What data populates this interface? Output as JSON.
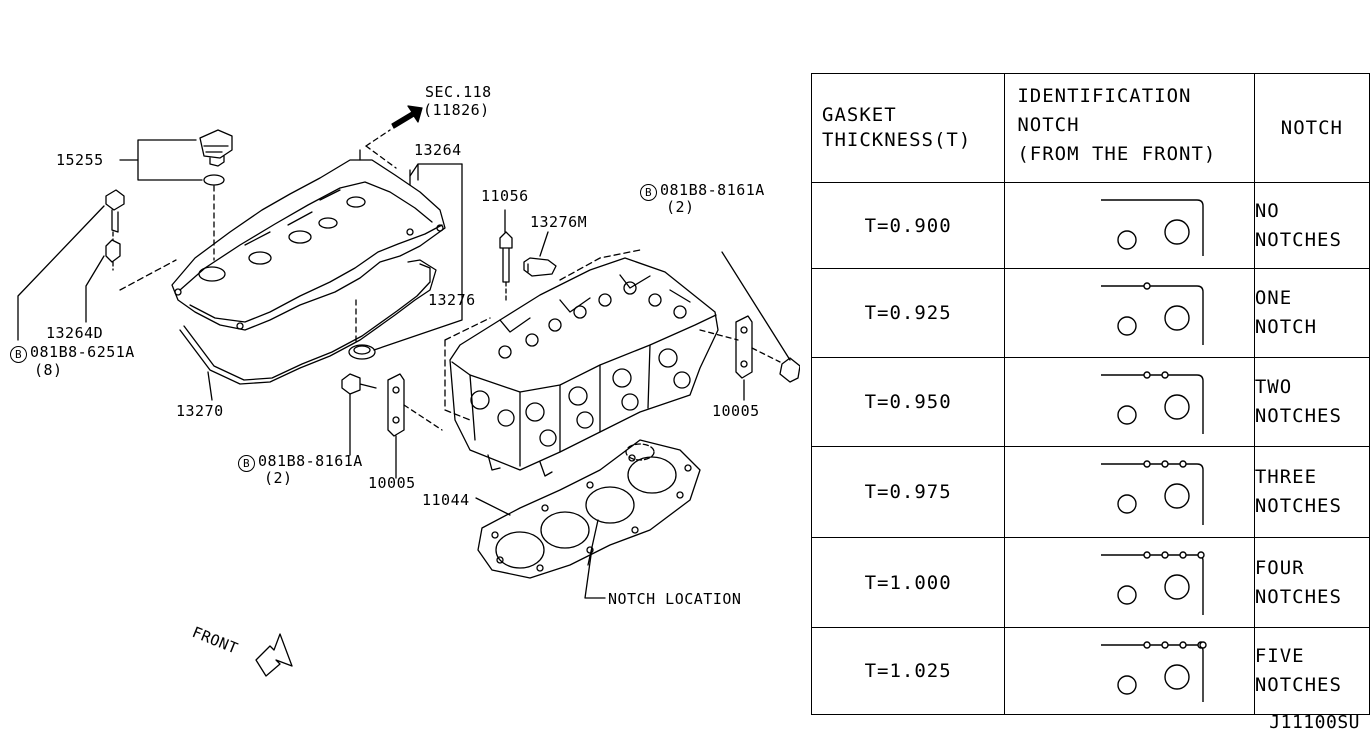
{
  "diagram": {
    "sec_ref": "SEC.118",
    "sec_ref_part": "(11826)",
    "parts": {
      "p15255": "15255",
      "p13264": "13264",
      "p11056": "11056",
      "p13276m": "13276M",
      "p13276": "13276",
      "p13264d": "13264D",
      "p13270": "13270",
      "p10005_right": "10005",
      "p10005_bottom": "10005",
      "p11044": "11044"
    },
    "bolts": [
      {
        "symbol": "B",
        "part": "081B8-6251A",
        "qty": "(8)"
      },
      {
        "symbol": "B",
        "part": "081B8-8161A",
        "qty": "(2)"
      },
      {
        "symbol": "B",
        "part": "081B8-8161A",
        "qty": "(2)"
      }
    ],
    "notch_location": "NOTCH LOCATION",
    "front": "FRONT"
  },
  "gasket_table": {
    "headers": [
      "GASKET\nTHICKNESS(T)",
      "IDENTIFICATION\nNOTCH\n(FROM THE FRONT)",
      "NOTCH"
    ],
    "rows": [
      {
        "thickness": "T=0.900",
        "notch_count": 0,
        "desc": "NO\nNOTCHES"
      },
      {
        "thickness": "T=0.925",
        "notch_count": 1,
        "desc": "ONE\nNOTCH"
      },
      {
        "thickness": "T=0.950",
        "notch_count": 2,
        "desc": "TWO\nNOTCHES"
      },
      {
        "thickness": "T=0.975",
        "notch_count": 3,
        "desc": "THREE\nNOTCHES"
      },
      {
        "thickness": "T=1.000",
        "notch_count": 4,
        "desc": "FOUR\nNOTCHES"
      },
      {
        "thickness": "T=1.025",
        "notch_count": 5,
        "desc": "FIVE\nNOTCHES"
      }
    ]
  },
  "footer": {
    "code": "J11100SU"
  }
}
